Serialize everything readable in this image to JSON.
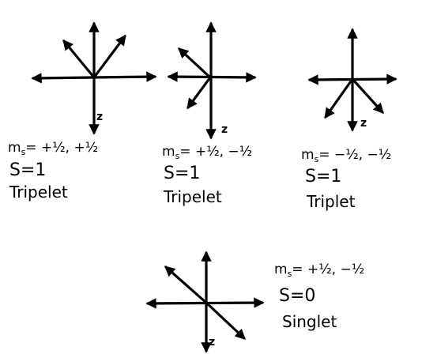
{
  "panels": [
    {
      "id": "top-left",
      "z_label": "z",
      "m_label": "m",
      "m_sub": "s",
      "m_values": "= +½, +½",
      "s_label": "S=1",
      "name_label": "Tripelet"
    },
    {
      "id": "top-middle",
      "z_label": "z",
      "m_label": "m",
      "m_sub": "s",
      "m_values": "= +½, −½",
      "s_label": "S=1",
      "name_label": "Tripelet"
    },
    {
      "id": "top-right",
      "z_label": "z",
      "m_label": "m",
      "m_sub": "s",
      "m_values": "= −½, −½",
      "s_label": "S=1",
      "name_label": "Triplet"
    },
    {
      "id": "bottom",
      "z_label": "z",
      "m_label": "m",
      "m_sub": "s",
      "m_values": "= +½, −½",
      "s_label": "S=0",
      "name_label": "Singlet"
    }
  ]
}
